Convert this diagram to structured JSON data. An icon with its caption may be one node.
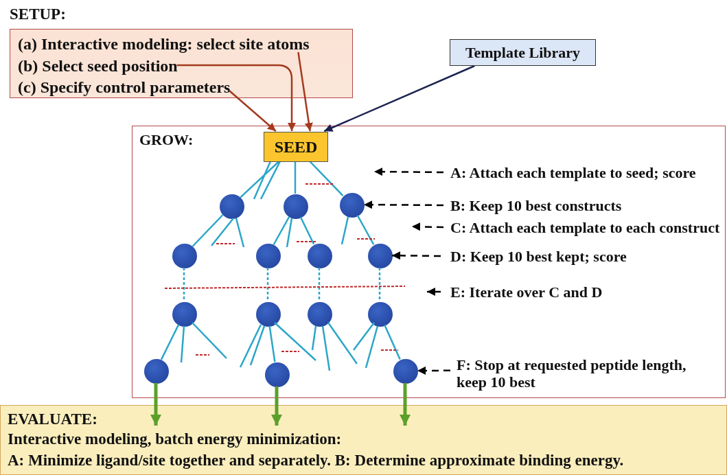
{
  "diagram": {
    "nodes": [
      {
        "text": [
          "SETUP:"
        ]
      },
      {
        "text": [
          "(a) Interactive modeling: select site atoms"
        ],
        "in": 0
      },
      {
        "text": [
          "(b) Select seed position"
        ],
        "in": 0
      },
      {
        "text": [
          "(c) Specify control parameters"
        ],
        "in": 0
      },
      {
        "text": [
          "Template Library"
        ]
      },
      {
        "text": [
          "GROW:"
        ]
      },
      {
        "text": [
          "SEED"
        ],
        "in": 5
      },
      {
        "text": [],
        "shape": "circle",
        "in": 5
      },
      {
        "text": [],
        "shape": "circle",
        "in": 5
      },
      {
        "text": [],
        "shape": "circle",
        "in": 5
      },
      {
        "text": [],
        "shape": "circle",
        "in": 5
      },
      {
        "text": [],
        "shape": "circle",
        "in": 5
      },
      {
        "text": [],
        "shape": "circle",
        "in": 5
      },
      {
        "text": [],
        "shape": "circle",
        "in": 5
      },
      {
        "text": [],
        "shape": "circle",
        "in": 5
      },
      {
        "text": [],
        "shape": "circle",
        "in": 5
      },
      {
        "text": [],
        "shape": "circle",
        "in": 5
      },
      {
        "text": [],
        "shape": "circle",
        "in": 5
      },
      {
        "text": [],
        "shape": "circle",
        "in": 5
      },
      {
        "text": [],
        "shape": "circle",
        "in": 5
      },
      {
        "text": [],
        "shape": "circle",
        "in": 5
      },
      {
        "text": [
          "A: Attach each template to seed; score"
        ],
        "in": 5
      },
      {
        "text": [
          "B: Keep 10 best constructs"
        ],
        "in": 5
      },
      {
        "text": [
          "C: Attach each template to each construct"
        ],
        "in": 5
      },
      {
        "text": [
          "D: Keep 10 best kept; score"
        ],
        "in": 5
      },
      {
        "text": [
          "E: Iterate over C and D"
        ],
        "in": 5
      },
      {
        "text": [
          "F: Stop at requested peptide length, keep 10 best"
        ],
        "in": 5
      },
      {
        "text": [
          "EVALUATE:",
          "Interactive modeling, batch energy minimization:",
          "A: Minimize ligand/site together and separately. B: Determine approximate binding energy."
        ]
      }
    ],
    "edges": [
      {
        "from": 1,
        "to": 6,
        "arrow": "to",
        "color": "#a33a1e"
      },
      {
        "from": 2,
        "to": 6,
        "arrow": "to",
        "color": "#a33a1e"
      },
      {
        "from": 3,
        "to": 6,
        "arrow": "to",
        "color": "#a33a1e"
      },
      {
        "from": 4,
        "to": 6,
        "arrow": "to",
        "color": "#1b2250"
      },
      {
        "from": 6,
        "to": 7,
        "arrow": "none"
      },
      {
        "from": 6,
        "to": 8,
        "arrow": "none"
      },
      {
        "from": 6,
        "to": 9,
        "arrow": "none"
      },
      {
        "from": 7,
        "to": 10,
        "arrow": "none"
      },
      {
        "from": 8,
        "to": 11,
        "arrow": "none"
      },
      {
        "from": 8,
        "to": 12,
        "arrow": "none"
      },
      {
        "from": 9,
        "to": 13,
        "arrow": "none"
      },
      {
        "from": 10,
        "to": 14,
        "arrow": "none",
        "style": "dashed"
      },
      {
        "from": 11,
        "to": 15,
        "arrow": "none",
        "style": "dashed"
      },
      {
        "from": 12,
        "to": 16,
        "arrow": "none",
        "style": "dashed"
      },
      {
        "from": 13,
        "to": 17,
        "arrow": "none",
        "style": "dashed"
      },
      {
        "from": 14,
        "to": 18,
        "arrow": "none"
      },
      {
        "from": 15,
        "to": 19,
        "arrow": "none"
      },
      {
        "from": 17,
        "to": 20,
        "arrow": "none"
      },
      {
        "from": 18,
        "to": 27,
        "arrow": "to",
        "style": "thick",
        "color": "#5ba02a"
      },
      {
        "from": 19,
        "to": 27,
        "arrow": "to",
        "style": "thick",
        "color": "#5ba02a"
      },
      {
        "from": 20,
        "to": 27,
        "arrow": "to",
        "style": "thick",
        "color": "#5ba02a"
      },
      {
        "from": 21,
        "to": null,
        "arrow": "to",
        "style": "dashed",
        "color": "#000000"
      },
      {
        "from": 22,
        "to": 9,
        "arrow": "to",
        "style": "dashed",
        "color": "#000000"
      },
      {
        "from": 23,
        "to": null,
        "arrow": "to",
        "style": "dashed",
        "color": "#000000"
      },
      {
        "from": 24,
        "to": 13,
        "arrow": "to",
        "style": "dashed",
        "color": "#000000"
      },
      {
        "from": 25,
        "to": null,
        "arrow": "to",
        "style": "dashed",
        "color": "#000000"
      },
      {
        "from": 26,
        "to": 20,
        "arrow": "to",
        "style": "dashed",
        "color": "#000000"
      }
    ]
  }
}
